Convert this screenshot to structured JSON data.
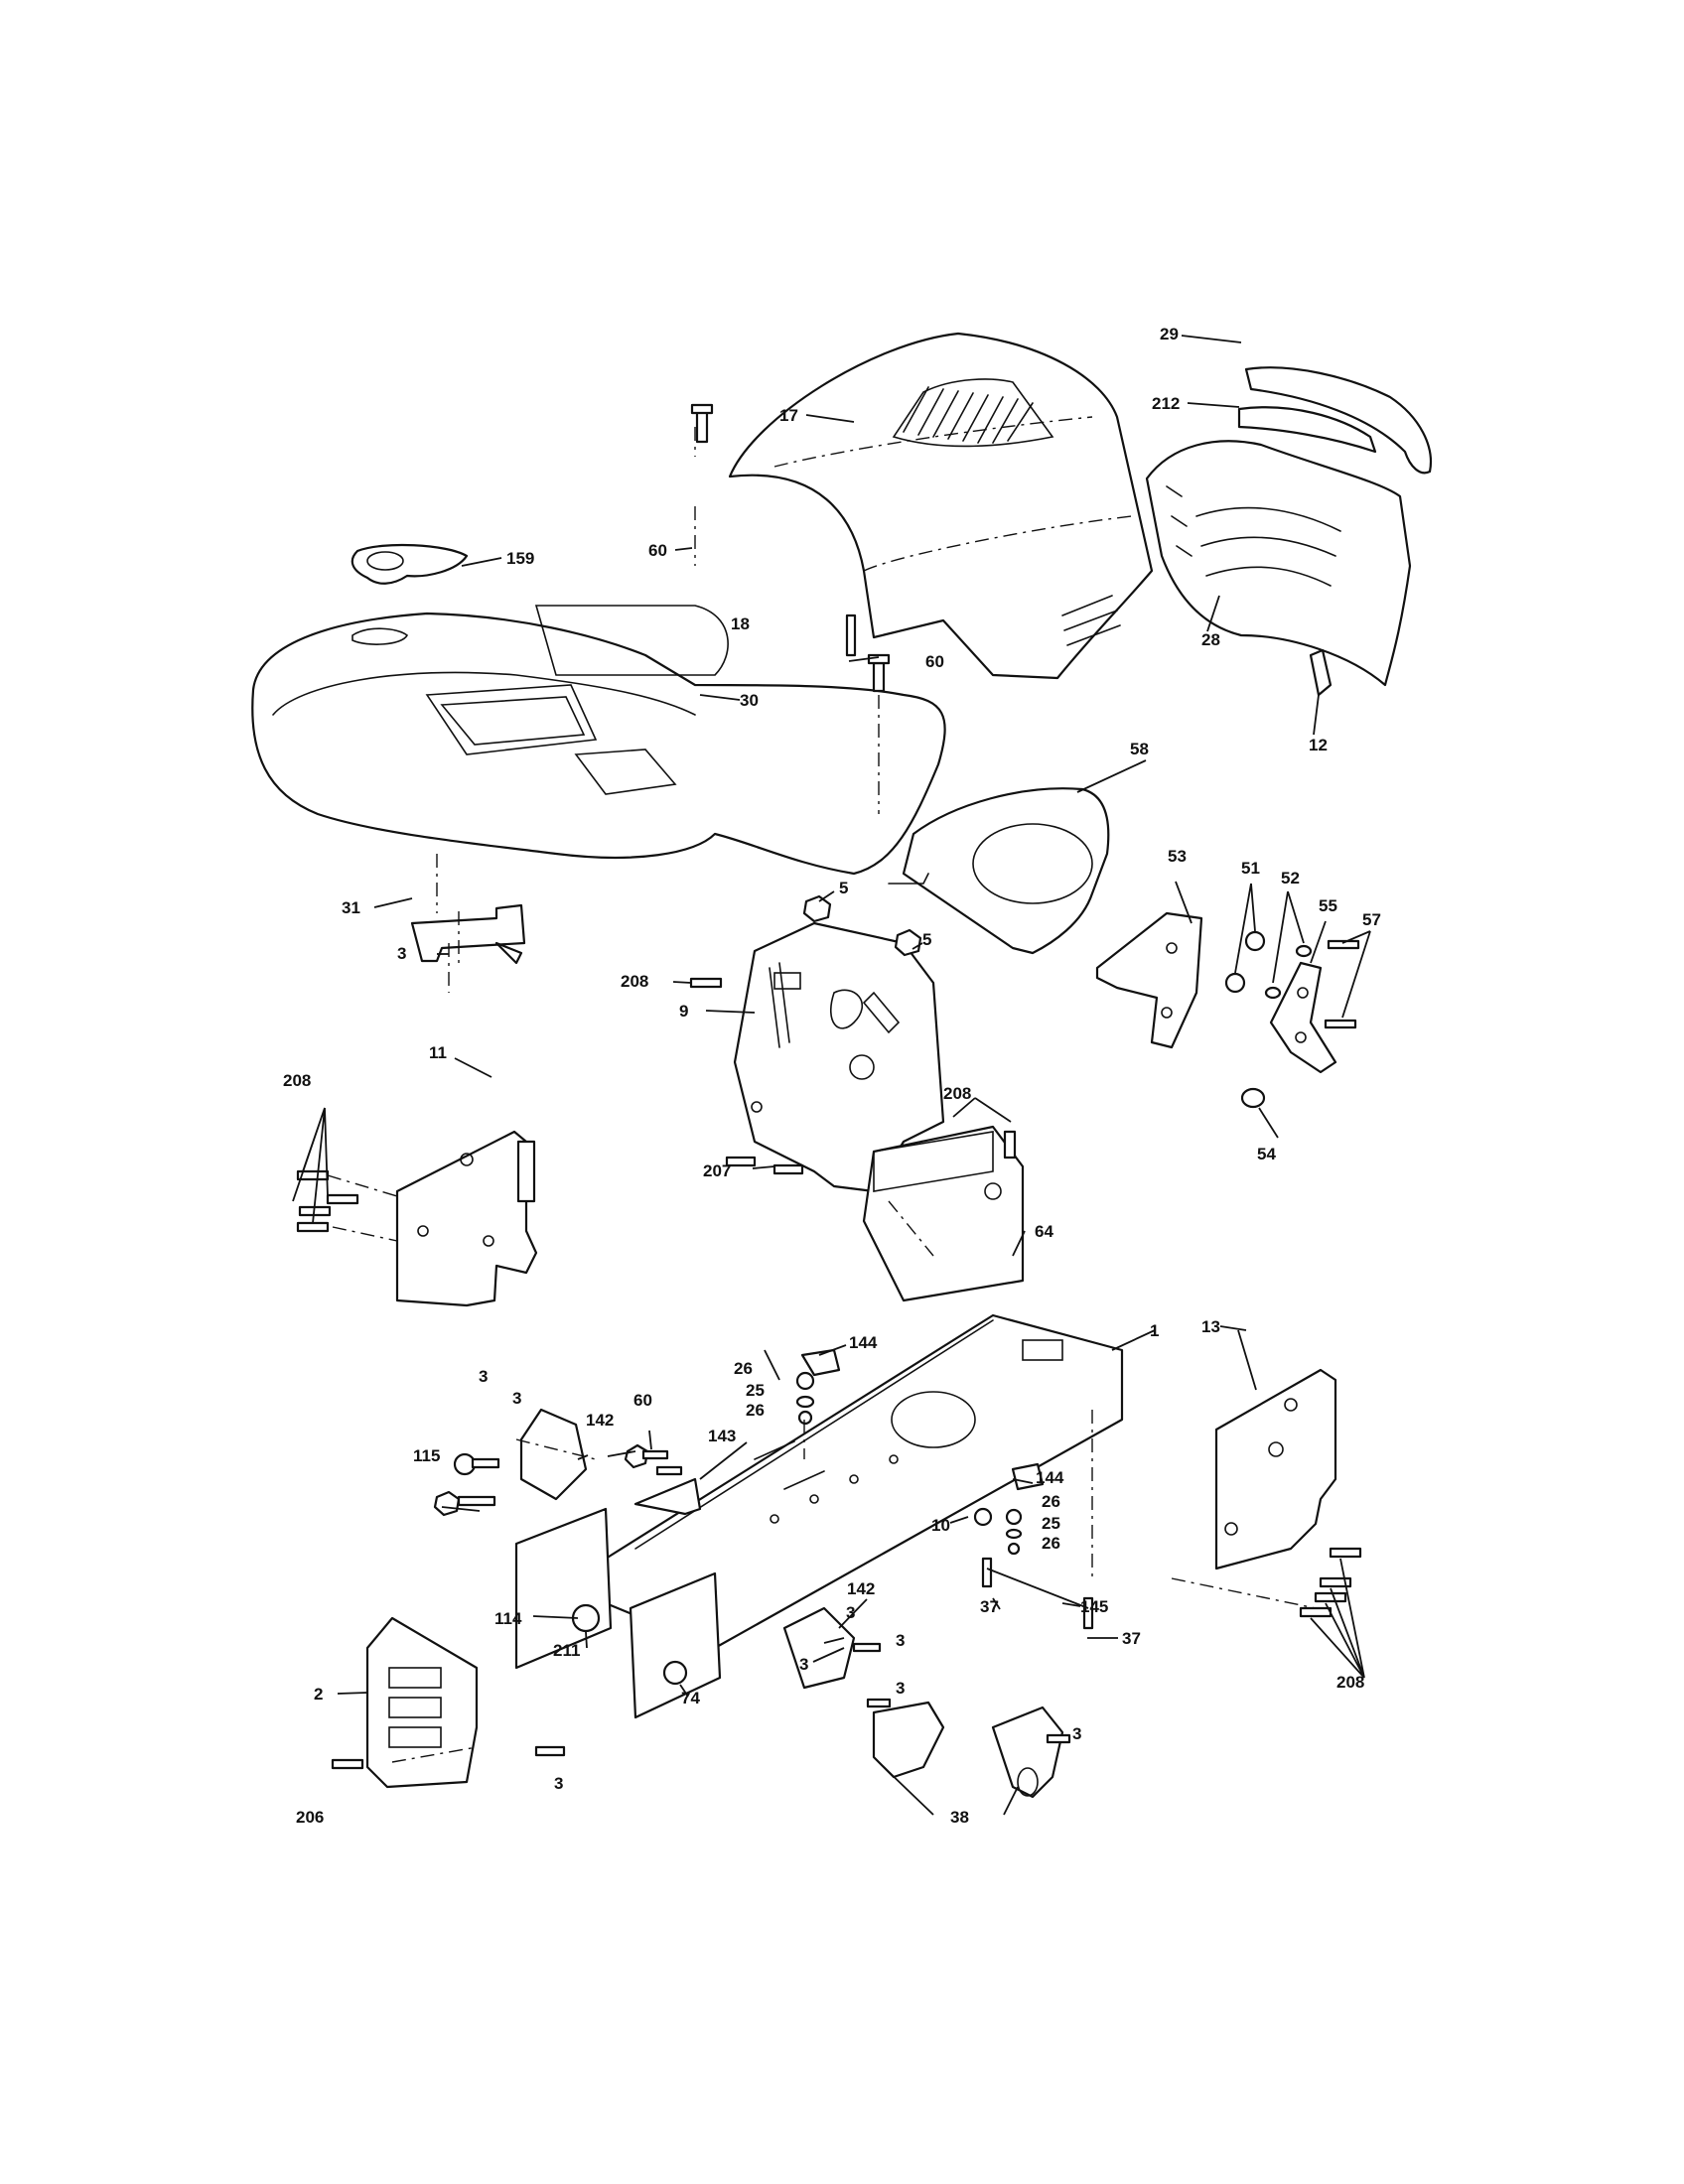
{
  "colors": {
    "ink": "#111111",
    "paper": "#ffffff"
  },
  "parts": {
    "p1": "1",
    "p2": "2",
    "p3": "3",
    "p5": "5",
    "p9": "9",
    "p10": "10",
    "p11": "11",
    "p12": "12",
    "p13": "13",
    "p17": "17",
    "p18": "18",
    "p25": "25",
    "p26": "26",
    "p28": "28",
    "p29": "29",
    "p30": "30",
    "p31": "31",
    "p37": "37",
    "p38": "38",
    "p51": "51",
    "p52": "52",
    "p53": "53",
    "p54": "54",
    "p55": "55",
    "p57": "57",
    "p58": "58",
    "p60": "60",
    "p64": "64",
    "p74": "74",
    "p114": "114",
    "p115": "115",
    "p142": "142",
    "p143": "143",
    "p144": "144",
    "p145": "145",
    "p159": "159",
    "p206": "206",
    "p207": "207",
    "p208": "208",
    "p211": "211",
    "p212": "212"
  }
}
